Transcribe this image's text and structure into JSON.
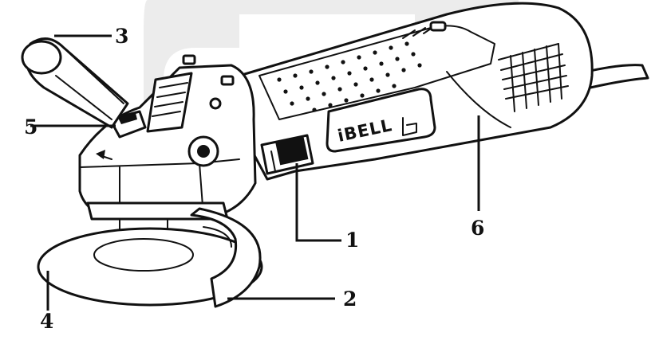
{
  "diagram": {
    "brand": "iBELL",
    "callouts": {
      "c1": "1",
      "c2": "2",
      "c3": "3",
      "c4": "4",
      "c5": "5",
      "c6": "6"
    }
  },
  "icons": {
    "brand_logo": "ibell-b-logo-icon",
    "rotation_arrow": "rotation-direction-arrow-icon"
  },
  "colors": {
    "line": "#111111",
    "background": "#ffffff",
    "watermark": "#ececec"
  }
}
